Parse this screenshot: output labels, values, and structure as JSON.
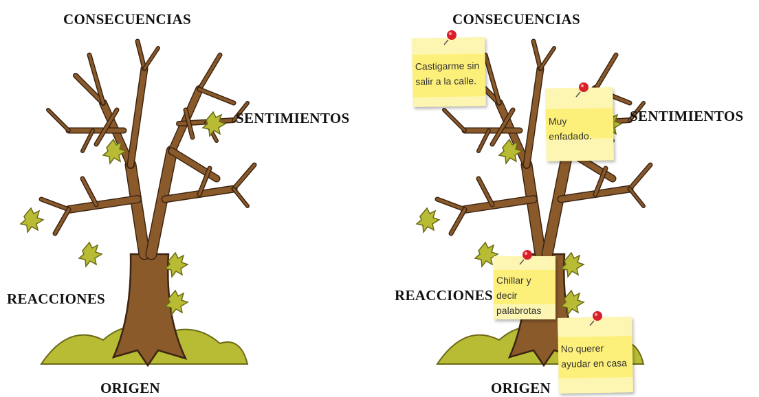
{
  "left_panel": {
    "labels": {
      "top": "CONSECUENCIAS",
      "right": "SENTIMIENTOS",
      "left": "REACCIONES",
      "bottom": "ORIGEN"
    }
  },
  "right_panel": {
    "labels": {
      "top": "CONSECUENCIAS",
      "right": "SENTIMIENTOS",
      "left": "REACCIONES",
      "bottom": "ORIGEN"
    },
    "notes": {
      "consecuencias": "Castigarme sin salir a la calle.",
      "sentimientos": "Muy enfadado.",
      "reacciones": "Chillar y decir palabrotas",
      "origen": "No querer ayudar en casa"
    }
  },
  "colors": {
    "trunk": "#8a5a2b",
    "trunk_outline": "#3b2412",
    "leaf": "#b8bc35",
    "note": "#fdf07a",
    "pin": "#d8202a"
  }
}
